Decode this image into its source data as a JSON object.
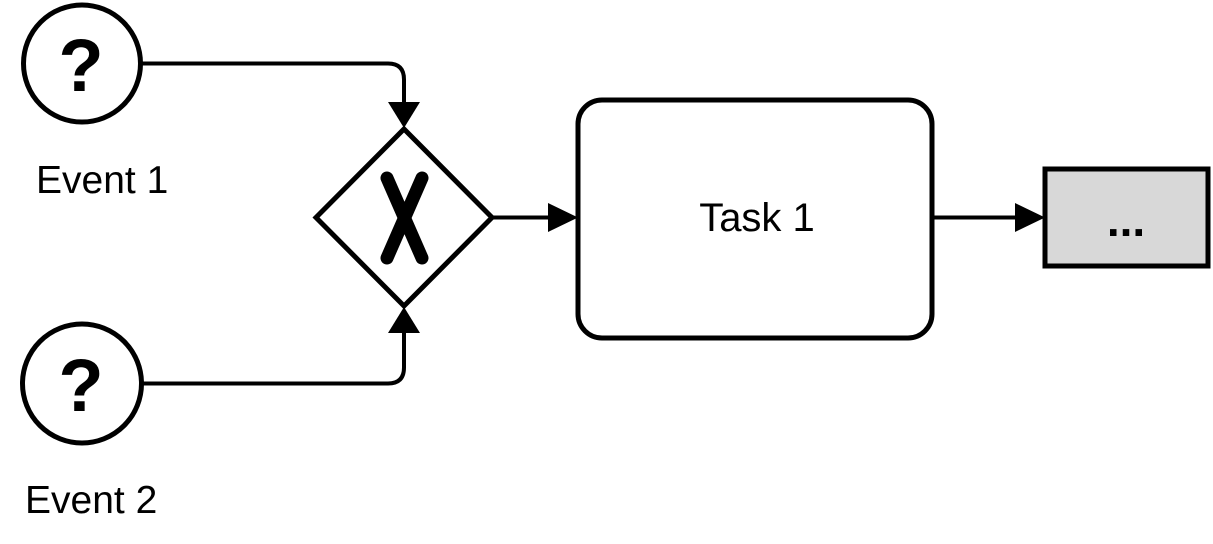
{
  "diagram": {
    "events": [
      {
        "symbol": "?",
        "label": "Event 1"
      },
      {
        "symbol": "?",
        "label": "Event 2"
      }
    ],
    "gateway": {
      "kind": "xor-gateway",
      "marker_icon": "x-cross-icon"
    },
    "task": {
      "label": "Task 1"
    },
    "placeholder": {
      "label": "..."
    },
    "colors": {
      "stroke": "#000000",
      "node_fill": "#ffffff",
      "placeholder_fill": "#d8d8d8",
      "background": "#ffffff"
    }
  }
}
